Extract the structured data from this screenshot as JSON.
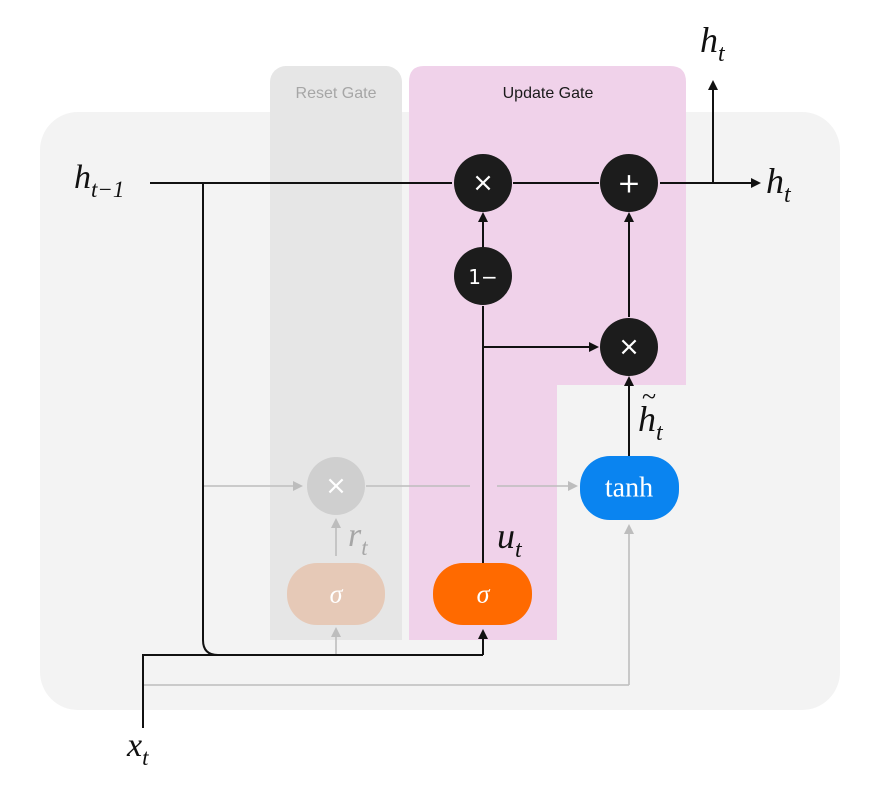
{
  "regions": {
    "reset_gate_label": "Reset Gate",
    "update_gate_label": "Update Gate"
  },
  "labels": {
    "h_prev": {
      "base": "h",
      "sub": "t−1"
    },
    "h_out_right": {
      "base": "h",
      "sub": "t"
    },
    "h_out_top": {
      "base": "h",
      "sub": "t"
    },
    "x_in": {
      "base": "x",
      "sub": "t"
    },
    "r": {
      "base": "r",
      "sub": "t"
    },
    "u": {
      "base": "u",
      "sub": "t"
    },
    "h_tilde": {
      "base": "h",
      "sub": "t",
      "accent": "~"
    }
  },
  "nodes": {
    "mult_top": "×",
    "add_top": "+",
    "one_minus": "1−",
    "mult_right": "×",
    "mult_reset": "×",
    "sigma_reset": "σ",
    "sigma_update": "σ",
    "tanh": "tanh"
  },
  "colors": {
    "panel_bg": "#f3f3f3",
    "reset_region": "#e6e6e6",
    "update_region": "#f0d2ea",
    "op_dark": "#1c1c1c",
    "op_faded": "#cfcfcf",
    "sigma_reset": "#e6c9b7",
    "sigma_update": "#ff6a00",
    "tanh": "#0a84f0",
    "line_dark": "#111111",
    "line_faded": "#bdbdbd",
    "text_faded": "#a6a6a6"
  }
}
